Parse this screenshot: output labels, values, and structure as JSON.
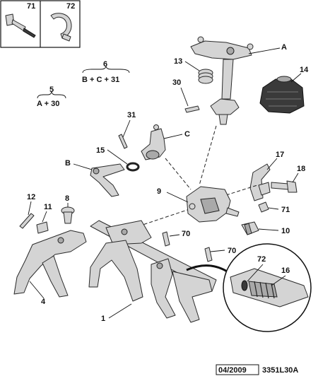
{
  "inset_labels": {
    "rivet": "71",
    "clip": "72"
  },
  "callouts": {
    "A": "A",
    "B": "B",
    "C": "C",
    "p1": "1",
    "p4": "4",
    "p5": "5",
    "p5_formula": "A + 30",
    "p6": "6",
    "p6_formula": "B + C + 31",
    "p8": "8",
    "p9": "9",
    "p10": "10",
    "p11": "11",
    "p12": "12",
    "p13": "13",
    "p14": "14",
    "p15": "15",
    "p16": "16",
    "p17": "17",
    "p18": "18",
    "p30": "30",
    "p31": "31",
    "p70a": "70",
    "p70b": "70",
    "p71": "71",
    "p72": "72"
  },
  "footer": {
    "date": "04/2009",
    "reference": "3351L30A"
  },
  "colors": {
    "part_fill": "#d4d4d4",
    "outline": "#2a2a2a",
    "boot": "#3a3a3a",
    "background": "#ffffff"
  }
}
